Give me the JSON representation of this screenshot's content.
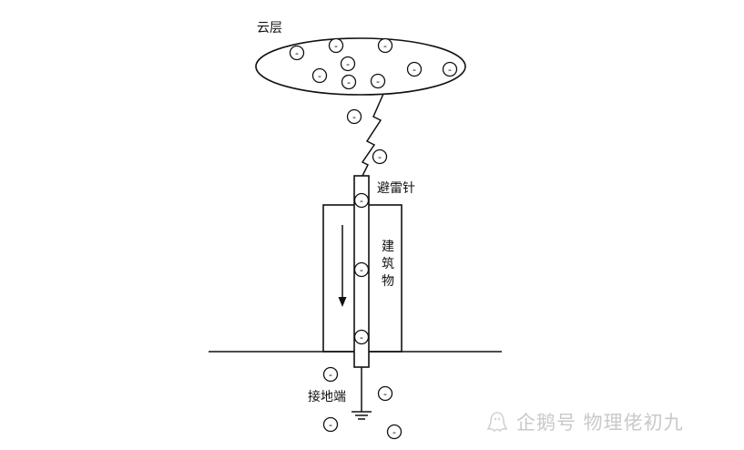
{
  "labels": {
    "cloud": "云层",
    "rod": "避雷针",
    "building": "建筑物",
    "ground": "接地端"
  },
  "charge_symbol": "-",
  "watermark": {
    "text": "企鹅号 物理佬初九",
    "icon": "penguin-icon"
  },
  "colors": {
    "line": "#111111",
    "watermark": "#c9c9c9"
  }
}
